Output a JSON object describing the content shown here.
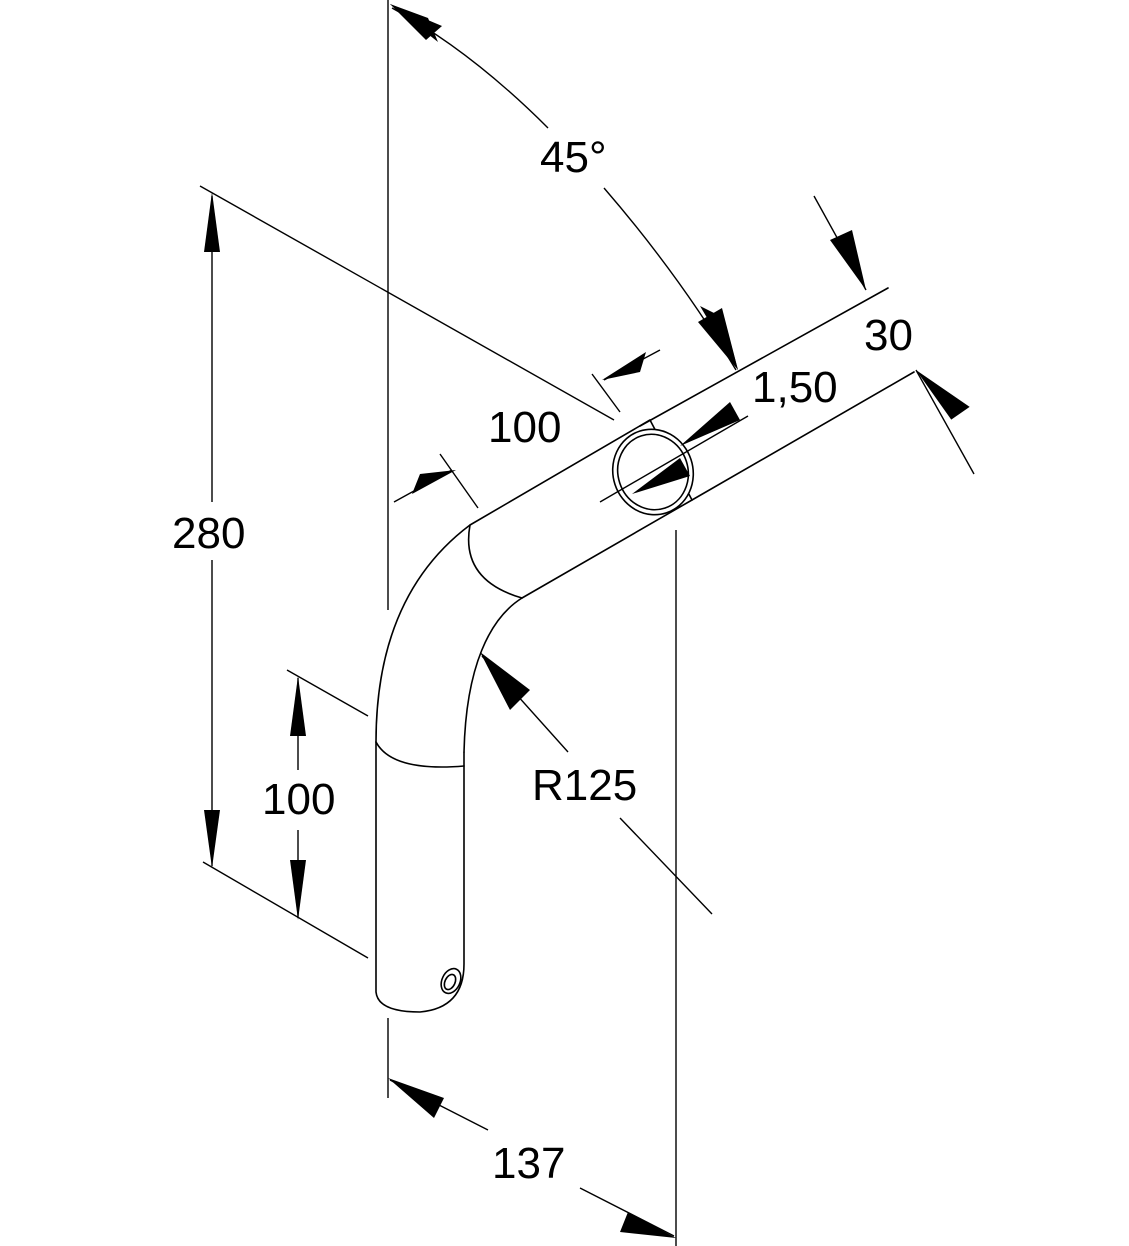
{
  "dimensions": {
    "angle": "45°",
    "tube_diameter": "30",
    "wall_thickness": "1,50",
    "arm_length": "100",
    "total_height": "280",
    "lower_length": "100",
    "bend_radius": "R125",
    "offset_width": "137"
  },
  "colors": {
    "stroke": "#000000",
    "background": "#ffffff"
  }
}
